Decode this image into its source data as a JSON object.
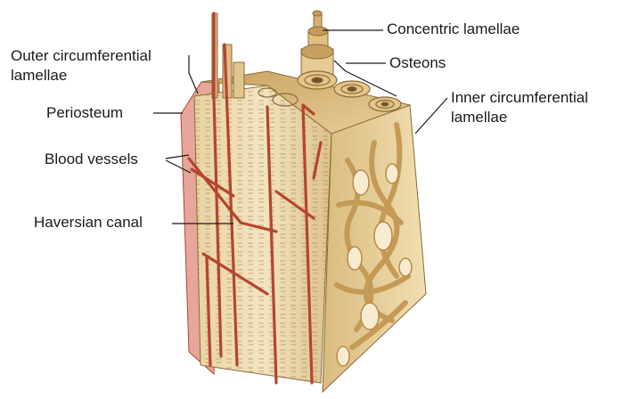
{
  "labels": {
    "outer_circumferential_line1": "Outer circumferential",
    "outer_circumferential_line2": "lamellae",
    "periosteum": "Periosteum",
    "blood_vessels": "Blood vessels",
    "haversian_canal": "Haversian canal",
    "concentric_lamellae": "Concentric lamellae",
    "osteons": "Osteons",
    "inner_circumferential_line1": "Inner circumferential",
    "inner_circumferential_line2": "lamellae"
  },
  "colors": {
    "bone_light": "#f4e6c4",
    "bone_mid": "#e2c98f",
    "bone_dark": "#b8894a",
    "vessel_red": "#b5452f",
    "periosteum_pink": "#e6a79a",
    "leader_line": "#1a1a1a"
  }
}
